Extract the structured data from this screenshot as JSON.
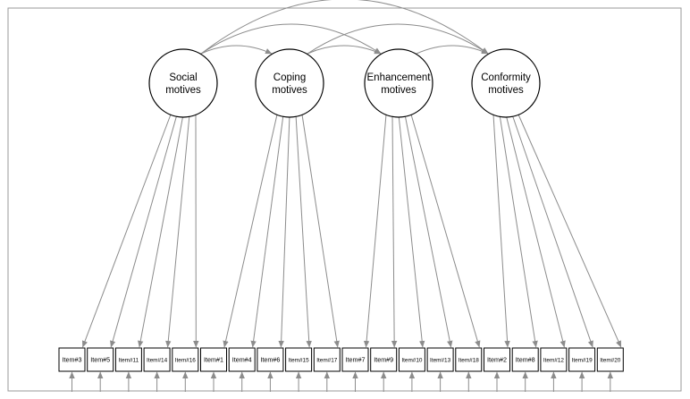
{
  "factors": [
    {
      "id": "social",
      "lines": [
        "Social",
        "motives"
      ],
      "items": [
        0,
        1,
        2,
        3,
        4
      ]
    },
    {
      "id": "coping",
      "lines": [
        "Coping",
        "motives"
      ],
      "items": [
        5,
        6,
        7,
        8,
        9
      ]
    },
    {
      "id": "enhancement",
      "lines": [
        "Enhancement",
        "motives"
      ],
      "items": [
        10,
        11,
        12,
        13,
        14
      ]
    },
    {
      "id": "conformity",
      "lines": [
        "Conformity",
        "motives"
      ],
      "items": [
        15,
        16,
        17,
        18,
        19
      ]
    }
  ],
  "items": [
    "Item#3",
    "Item#5",
    "Item#11",
    "Item#14",
    "Item#16",
    "Item#1",
    "Item#4",
    "Item#6",
    "Item#15",
    "Item#17",
    "Item#7",
    "Item#9",
    "Item#10",
    "Item#13",
    "Item#18",
    "Item#2",
    "Item#8",
    "Item#12",
    "Item#19",
    "Item#20"
  ],
  "covariances": [
    [
      "social",
      "coping"
    ],
    [
      "social",
      "enhancement"
    ],
    [
      "social",
      "conformity"
    ],
    [
      "coping",
      "enhancement"
    ],
    [
      "coping",
      "conformity"
    ],
    [
      "enhancement",
      "conformity"
    ]
  ],
  "colors": {
    "line": "#8c8c8c",
    "border": "#000000",
    "frame": "#999999"
  }
}
